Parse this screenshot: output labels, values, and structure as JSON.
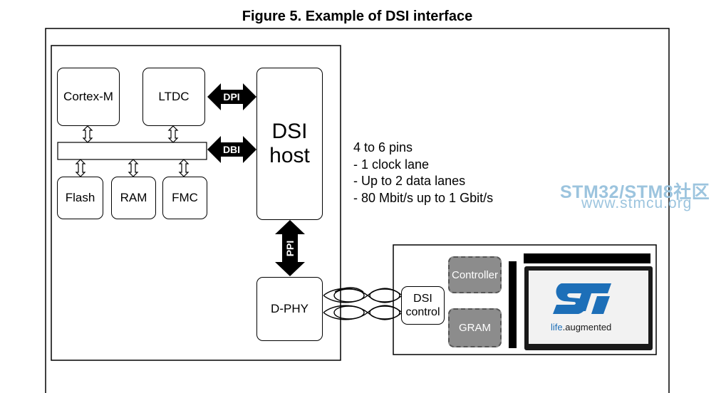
{
  "figure": {
    "title": "Figure 5. Example of DSI interface"
  },
  "blocks": {
    "cortex": "Cortex-M",
    "ltdc": "LTDC",
    "flash": "Flash",
    "ram": "RAM",
    "fmc": "FMC",
    "dsi_host_line1": "DSI",
    "dsi_host_line2": "host",
    "dphy": "D-PHY",
    "dsi_control_line1": "DSI",
    "dsi_control_line2": "control",
    "controller": "Controller",
    "gram": "GRAM"
  },
  "interfaces": {
    "dpi": "DPI",
    "dbi": "DBI",
    "ppi": "PPI"
  },
  "notes": [
    "4 to 6 pins",
    "- 1 clock lane",
    "- Up to 2 data lanes",
    "- 80 Mbit/s up to 1 Gbit/s"
  ],
  "watermark": {
    "line1": "STM32/STM8社区",
    "line2": "www.stmcu.org"
  },
  "logo": {
    "tagline_left": "life",
    "tagline_right": ".augmented",
    "color": "#1d6fb8"
  }
}
